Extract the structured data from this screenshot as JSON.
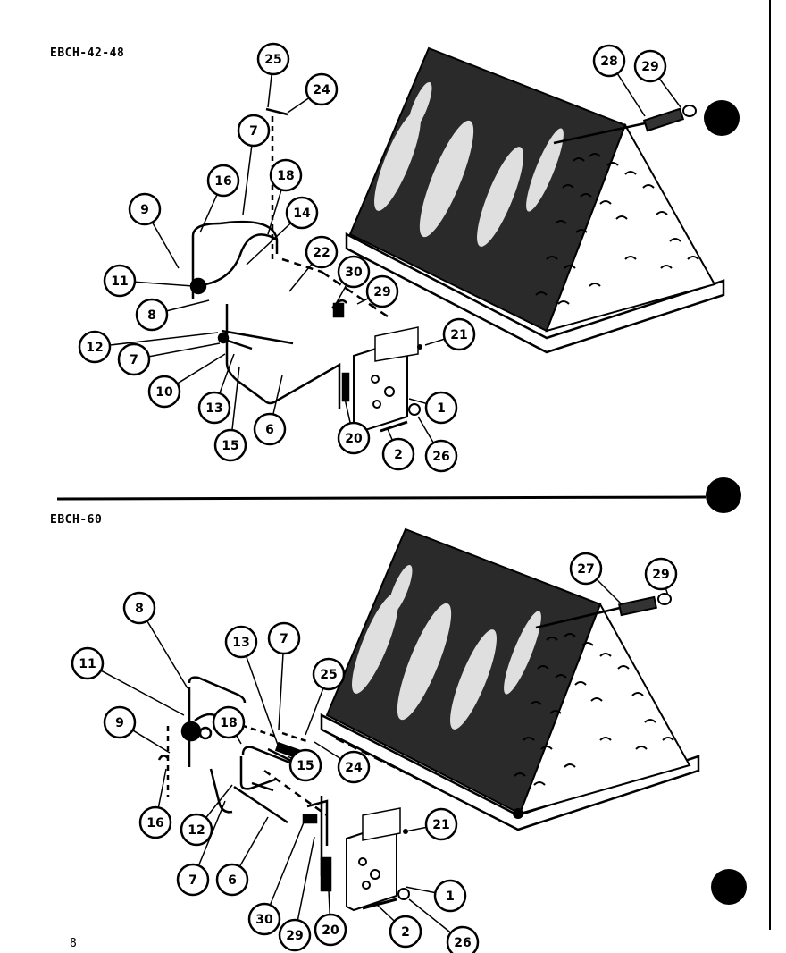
{
  "sections": [
    {
      "model": "EBCH-42-48"
    },
    {
      "model": "EBCH-60"
    }
  ],
  "callouts_top": [
    "25",
    "24",
    "7",
    "16",
    "18",
    "9",
    "14",
    "22",
    "30",
    "29",
    "11",
    "8",
    "12",
    "7",
    "10",
    "13",
    "15",
    "6",
    "20",
    "2",
    "26",
    "1",
    "21",
    "28",
    "29"
  ],
  "callouts_bottom": [
    "8",
    "11",
    "9",
    "13",
    "7",
    "25",
    "18",
    "15",
    "24",
    "16",
    "12",
    "7",
    "6",
    "30",
    "29",
    "20",
    "2",
    "26",
    "1",
    "21",
    "27",
    "29"
  ],
  "page_number": "8",
  "colors": {
    "ink": "#000000",
    "paper": "#ffffff"
  }
}
